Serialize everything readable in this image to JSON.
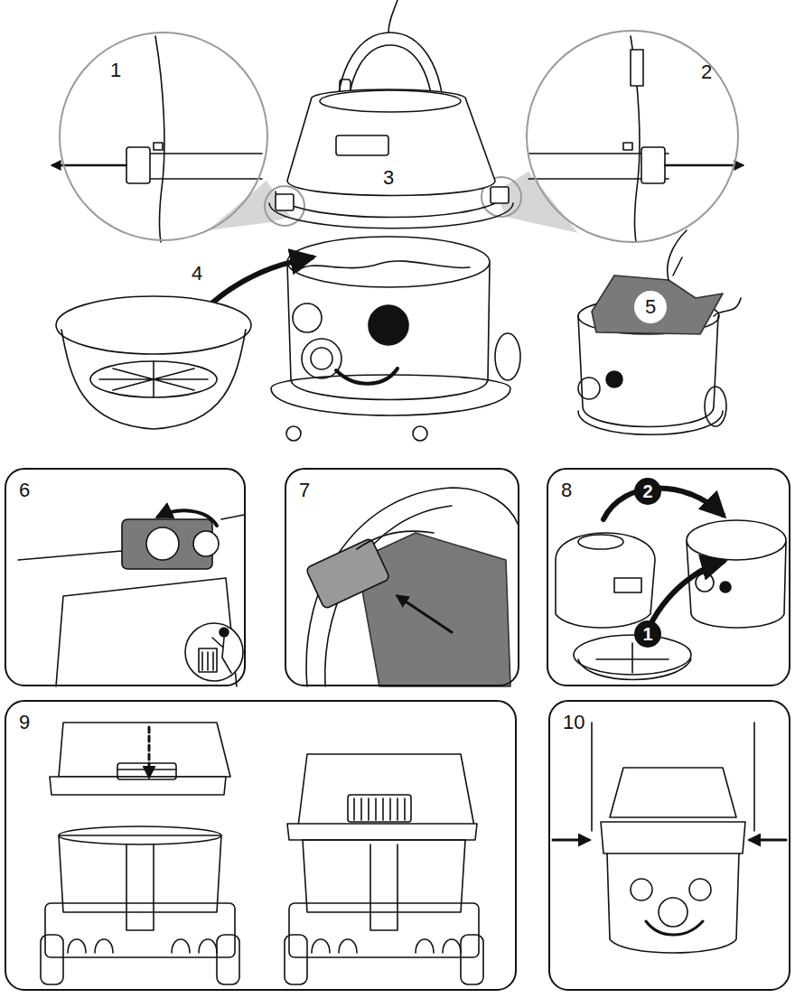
{
  "diagram": {
    "nodes": [
      {
        "text": [
          "1"
        ]
      },
      {
        "text": [
          "2"
        ]
      },
      {
        "text": [
          "5"
        ]
      },
      {
        "text": [
          "6"
        ]
      },
      {
        "text": [
          "7"
        ]
      },
      {
        "text": [
          "8"
        ]
      },
      {
        "text": [
          "2"
        ],
        "in": 5
      },
      {
        "text": [
          "1"
        ],
        "in": 5
      },
      {
        "text": [
          "9"
        ]
      },
      {
        "text": [
          "10"
        ]
      }
    ],
    "labels": [
      "3",
      "4"
    ]
  }
}
